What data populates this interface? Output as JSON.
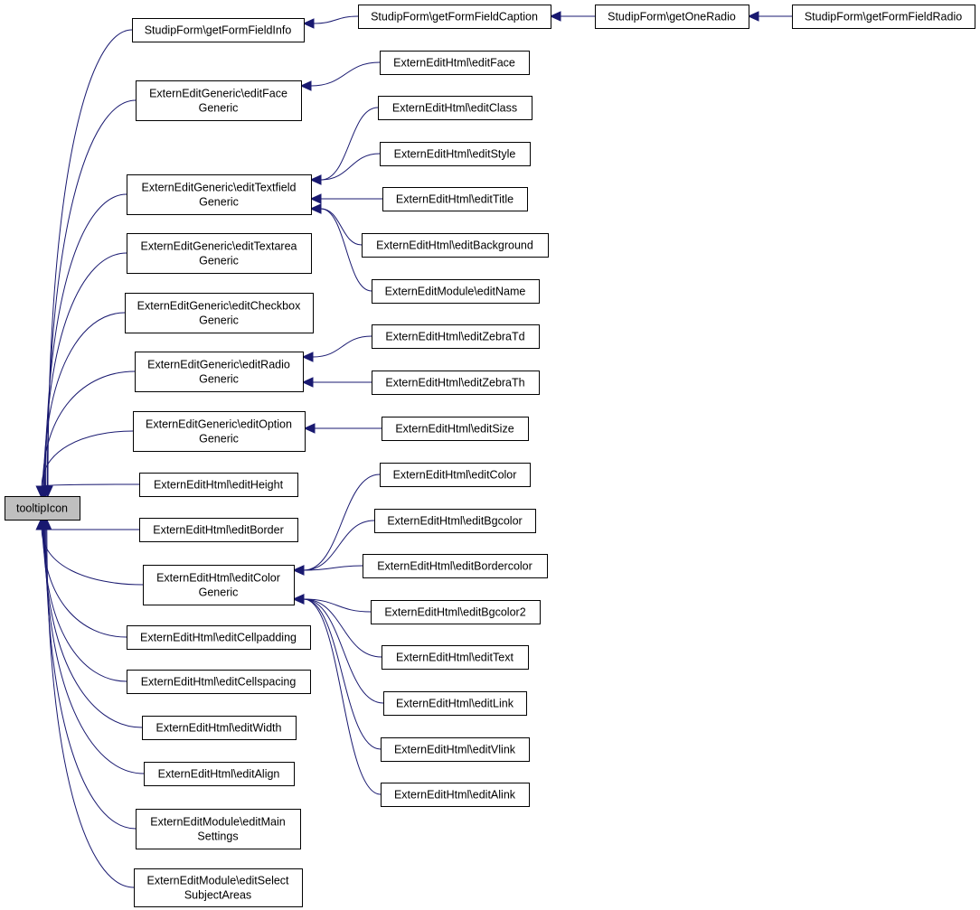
{
  "colors": {
    "edge": "#191970",
    "node_border": "#000000",
    "root_fill": "#bfbfbf",
    "node_fill": "#ffffff"
  },
  "nodes": {
    "tooltipIcon": [
      "tooltipIcon"
    ],
    "getFormFieldInfo": [
      "StudipForm\\getFormFieldInfo"
    ],
    "getFormFieldCaption": [
      "StudipForm\\getFormFieldCaption"
    ],
    "getOneRadio": [
      "StudipForm\\getOneRadio"
    ],
    "getFormFieldRadio": [
      "StudipForm\\getFormFieldRadio"
    ],
    "editFaceGeneric": [
      "ExternEditGeneric\\editFace",
      "Generic"
    ],
    "editFace": [
      "ExternEditHtml\\editFace"
    ],
    "editTextfieldGeneric": [
      "ExternEditGeneric\\editTextfield",
      "Generic"
    ],
    "editClass": [
      "ExternEditHtml\\editClass"
    ],
    "editStyle": [
      "ExternEditHtml\\editStyle"
    ],
    "editTitle": [
      "ExternEditHtml\\editTitle"
    ],
    "editBackground": [
      "ExternEditHtml\\editBackground"
    ],
    "editName": [
      "ExternEditModule\\editName"
    ],
    "editTextareaGeneric": [
      "ExternEditGeneric\\editTextarea",
      "Generic"
    ],
    "editCheckboxGeneric": [
      "ExternEditGeneric\\editCheckbox",
      "Generic"
    ],
    "editRadioGeneric": [
      "ExternEditGeneric\\editRadio",
      "Generic"
    ],
    "editZebraTd": [
      "ExternEditHtml\\editZebraTd"
    ],
    "editZebraTh": [
      "ExternEditHtml\\editZebraTh"
    ],
    "editOptionGeneric": [
      "ExternEditGeneric\\editOption",
      "Generic"
    ],
    "editSize": [
      "ExternEditHtml\\editSize"
    ],
    "editHeight": [
      "ExternEditHtml\\editHeight"
    ],
    "editBorder": [
      "ExternEditHtml\\editBorder"
    ],
    "editColorGeneric": [
      "ExternEditHtml\\editColor",
      "Generic"
    ],
    "editColor": [
      "ExternEditHtml\\editColor"
    ],
    "editBgcolor": [
      "ExternEditHtml\\editBgcolor"
    ],
    "editBordercolor": [
      "ExternEditHtml\\editBordercolor"
    ],
    "editBgcolor2": [
      "ExternEditHtml\\editBgcolor2"
    ],
    "editText": [
      "ExternEditHtml\\editText"
    ],
    "editLink": [
      "ExternEditHtml\\editLink"
    ],
    "editVlink": [
      "ExternEditHtml\\editVlink"
    ],
    "editAlink": [
      "ExternEditHtml\\editAlink"
    ],
    "editCellpadding": [
      "ExternEditHtml\\editCellpadding"
    ],
    "editCellspacing": [
      "ExternEditHtml\\editCellspacing"
    ],
    "editWidth": [
      "ExternEditHtml\\editWidth"
    ],
    "editAlign": [
      "ExternEditHtml\\editAlign"
    ],
    "editMainSettings": [
      "ExternEditModule\\editMain",
      "Settings"
    ],
    "editSelectSubjectAreas": [
      "ExternEditModule\\editSelect",
      "SubjectAreas"
    ]
  },
  "edges": [
    [
      "getFormFieldInfo",
      "tooltipIcon"
    ],
    [
      "getFormFieldCaption",
      "getFormFieldInfo"
    ],
    [
      "getOneRadio",
      "getFormFieldCaption"
    ],
    [
      "getFormFieldRadio",
      "getOneRadio"
    ],
    [
      "editFaceGeneric",
      "tooltipIcon"
    ],
    [
      "editFace",
      "editFaceGeneric"
    ],
    [
      "editTextfieldGeneric",
      "tooltipIcon"
    ],
    [
      "editClass",
      "editTextfieldGeneric"
    ],
    [
      "editStyle",
      "editTextfieldGeneric"
    ],
    [
      "editTitle",
      "editTextfieldGeneric"
    ],
    [
      "editBackground",
      "editTextfieldGeneric"
    ],
    [
      "editName",
      "editTextfieldGeneric"
    ],
    [
      "editTextareaGeneric",
      "tooltipIcon"
    ],
    [
      "editCheckboxGeneric",
      "tooltipIcon"
    ],
    [
      "editRadioGeneric",
      "tooltipIcon"
    ],
    [
      "editZebraTd",
      "editRadioGeneric"
    ],
    [
      "editZebraTh",
      "editRadioGeneric"
    ],
    [
      "editOptionGeneric",
      "tooltipIcon"
    ],
    [
      "editSize",
      "editOptionGeneric"
    ],
    [
      "editHeight",
      "tooltipIcon"
    ],
    [
      "editBorder",
      "tooltipIcon"
    ],
    [
      "editColorGeneric",
      "tooltipIcon"
    ],
    [
      "editColor",
      "editColorGeneric"
    ],
    [
      "editBgcolor",
      "editColorGeneric"
    ],
    [
      "editBordercolor",
      "editColorGeneric"
    ],
    [
      "editBgcolor2",
      "editColorGeneric"
    ],
    [
      "editText",
      "editColorGeneric"
    ],
    [
      "editLink",
      "editColorGeneric"
    ],
    [
      "editVlink",
      "editColorGeneric"
    ],
    [
      "editAlink",
      "editColorGeneric"
    ],
    [
      "editCellpadding",
      "tooltipIcon"
    ],
    [
      "editCellspacing",
      "tooltipIcon"
    ],
    [
      "editWidth",
      "tooltipIcon"
    ],
    [
      "editAlign",
      "tooltipIcon"
    ],
    [
      "editMainSettings",
      "tooltipIcon"
    ],
    [
      "editSelectSubjectAreas",
      "tooltipIcon"
    ]
  ]
}
